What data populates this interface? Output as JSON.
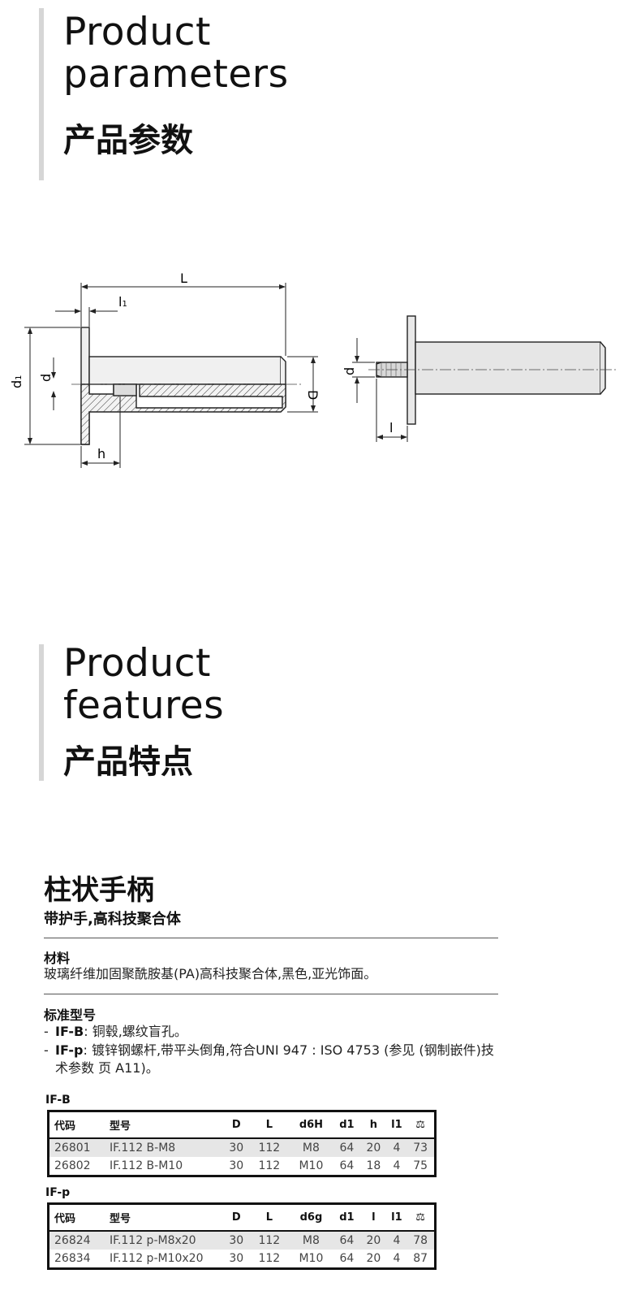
{
  "section_parameters": {
    "en_line1": "Product",
    "en_line2": "parameters",
    "zh": "产品参数"
  },
  "drawing_labels": {
    "L": "L",
    "l1": "l",
    "l1_sub": "1",
    "d1": "d",
    "d1_sub": "1",
    "d": "d",
    "D": "D",
    "h": "h",
    "d_right": "d",
    "l_right": "l"
  },
  "section_features": {
    "en_line1": "Product",
    "en_line2": "features",
    "zh": "产品特点"
  },
  "product": {
    "title": "柱状手柄",
    "subtitle": "带护手,高科技聚合体",
    "material_label": "材料",
    "material_text": "玻璃纤维加固聚酰胺基(PA)高科技聚合体,黑色,亚光饰面。",
    "standard_label": "标准型号",
    "items": [
      {
        "dash": "-",
        "code": "IF-B",
        "text": ": 铜毂,螺纹盲孔。"
      },
      {
        "dash": "-",
        "code": "IF-p",
        "text": ": 镀锌钢螺杆,带平头倒角,符合UNI 947 : ISO 4753 (参见 (钢制嵌件)技术参数 页 A11)。"
      }
    ]
  },
  "table_b": {
    "label": "IF-B",
    "headers": [
      "代码",
      "型号",
      "D",
      "L",
      "d6H",
      "d1",
      "h",
      "l1",
      "⚖"
    ],
    "rows": [
      [
        "26801",
        "IF.112 B-M8",
        "30",
        "112",
        "M8",
        "64",
        "20",
        "4",
        "73"
      ],
      [
        "26802",
        "IF.112 B-M10",
        "30",
        "112",
        "M10",
        "64",
        "18",
        "4",
        "75"
      ]
    ]
  },
  "table_p": {
    "label": "IF-p",
    "headers": [
      "代码",
      "型号",
      "D",
      "L",
      "d6g",
      "d1",
      "l",
      "l1",
      "⚖"
    ],
    "rows": [
      [
        "26824",
        "IF.112 p-M8x20",
        "30",
        "112",
        "M8",
        "64",
        "20",
        "4",
        "78"
      ],
      [
        "26834",
        "IF.112 p-M10x20",
        "30",
        "112",
        "M10",
        "64",
        "20",
        "4",
        "87"
      ]
    ]
  }
}
